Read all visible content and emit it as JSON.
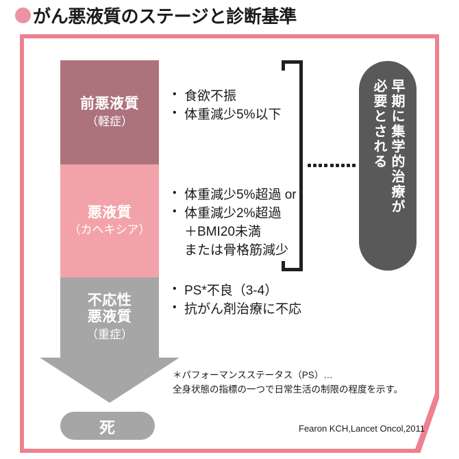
{
  "title": {
    "bullet_icon": "filled-circle-icon",
    "text": "がん悪液質のステージと診断基準"
  },
  "colors": {
    "frame_pink": "#ee8090",
    "stage_pre": "#ad737c",
    "stage_cachexia": "#f2a3a9",
    "stage_refractory": "#a6a6a6",
    "callout_dark": "#595959",
    "ink": "#231f20"
  },
  "stages": [
    {
      "name": "前悪液質",
      "severity": "（軽症）",
      "criteria": [
        {
          "text": "食欲不振",
          "continuation": false
        },
        {
          "text": "体重減少5%以下",
          "continuation": false
        }
      ]
    },
    {
      "name": "悪液質",
      "severity": "（カヘキシア）",
      "criteria": [
        {
          "text": "体重減少5%超過 or",
          "continuation": false
        },
        {
          "text": "体重減少2%超過",
          "continuation": false
        },
        {
          "text": "＋BMI20未満",
          "continuation": true
        },
        {
          "text": "または骨格筋減少",
          "continuation": true
        }
      ]
    },
    {
      "name": "不応性\n悪液質",
      "name_line1": "不応性",
      "name_line2": "悪液質",
      "severity": "（重症）",
      "criteria": [
        {
          "text": "PS*不良（3-4）",
          "continuation": false
        },
        {
          "text": "抗がん剤治療に不応",
          "continuation": false
        }
      ]
    }
  ],
  "outcome": {
    "label": "死"
  },
  "callout": {
    "line1": "早期に集学的治療が",
    "line2": "必要とされる"
  },
  "footnote": {
    "line1": "＊パフォーマンスステータス（PS）…",
    "line2": "全身状態の指標の一つで日常生活の制限の程度を示す。"
  },
  "citation": {
    "text": "Fearon KCH,Lancet Oncol,2011"
  }
}
